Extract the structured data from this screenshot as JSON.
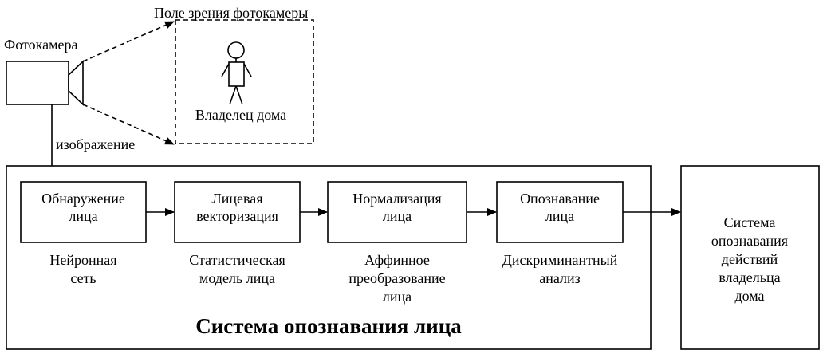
{
  "camera": {
    "label": "Фотокамера",
    "field_of_view_label": "Поле зрения фотокамеры",
    "image_label": "изображение"
  },
  "subject": {
    "label": "Владелец дома"
  },
  "face_system": {
    "title": "Система опознавания лица",
    "stages": [
      {
        "name_lines": [
          "Обнаружение",
          "лица"
        ],
        "method_lines": [
          "Нейронная",
          "сеть"
        ]
      },
      {
        "name_lines": [
          "Лицевая",
          "векторизация"
        ],
        "method_lines": [
          "Статистическая",
          "модель лица"
        ]
      },
      {
        "name_lines": [
          "Нормализация",
          "лица"
        ],
        "method_lines": [
          "Аффинное",
          "преобразование",
          "лица"
        ]
      },
      {
        "name_lines": [
          "Опознавание",
          "лица"
        ],
        "method_lines": [
          "Дискриминантный",
          "анализ"
        ]
      }
    ]
  },
  "action_system": {
    "label_lines": [
      "Система",
      "опознавания",
      "действий",
      "владельца",
      "дома"
    ]
  },
  "colors": {
    "stroke": "#000000",
    "background": "#ffffff"
  }
}
